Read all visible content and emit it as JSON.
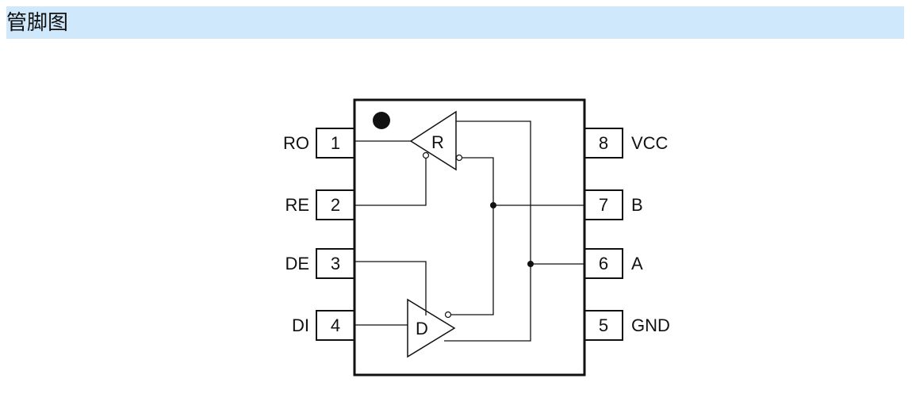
{
  "header": {
    "title": "管脚图"
  },
  "colors": {
    "header_bg": "#cfe8fb",
    "line": "#111111"
  },
  "pins": [
    {
      "number": "1",
      "name": "RO"
    },
    {
      "number": "2",
      "name": "RE"
    },
    {
      "number": "3",
      "name": "DE"
    },
    {
      "number": "4",
      "name": "DI"
    },
    {
      "number": "8",
      "name": "VCC"
    },
    {
      "number": "7",
      "name": "B"
    },
    {
      "number": "6",
      "name": "A"
    },
    {
      "number": "5",
      "name": "GND"
    }
  ],
  "receiver_label": "R",
  "driver_label": "D",
  "icons": {
    "pin1_marker": "filled-dot"
  }
}
